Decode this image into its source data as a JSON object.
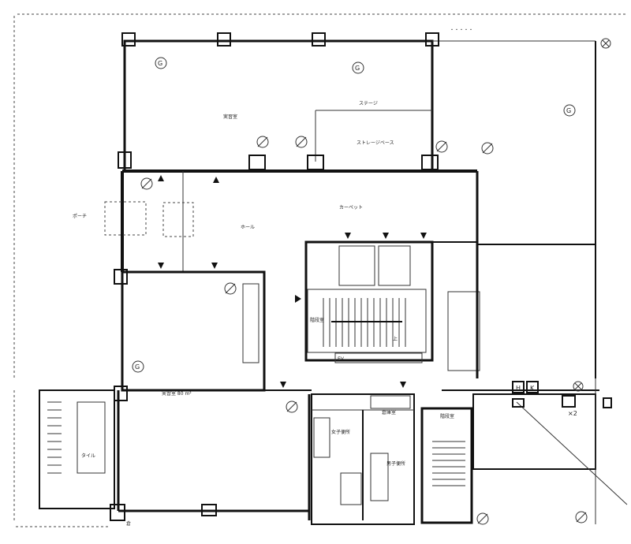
{
  "labels": {
    "room_top": "実習室",
    "stairs_top": "ステージ",
    "storage_top": "ストレージベース",
    "hall": "ホール",
    "corridor": "カーペット",
    "porch": "ポーチ",
    "room_main": "実習室 80 m²",
    "stair_core": "階段室",
    "stair_right": "階段室",
    "toilet_w": "女子便所",
    "toilet_m": "男子便所",
    "storage_bottom": "倉庫室",
    "tile": "タイル",
    "mark_x2": "×2",
    "mark_k": "K",
    "mark_h": "H",
    "up": "上",
    "ev": "EV",
    "shed": "倉",
    "letters_top": "・・・・・"
  },
  "icons": {
    "column_marker": "circle-g-icon",
    "light_marker": "circle-slash-icon",
    "exit_marker": "triangle-icon",
    "fire_marker": "circle-x-icon"
  },
  "colors": {
    "ink": "#111111",
    "paper": "#ffffff"
  }
}
